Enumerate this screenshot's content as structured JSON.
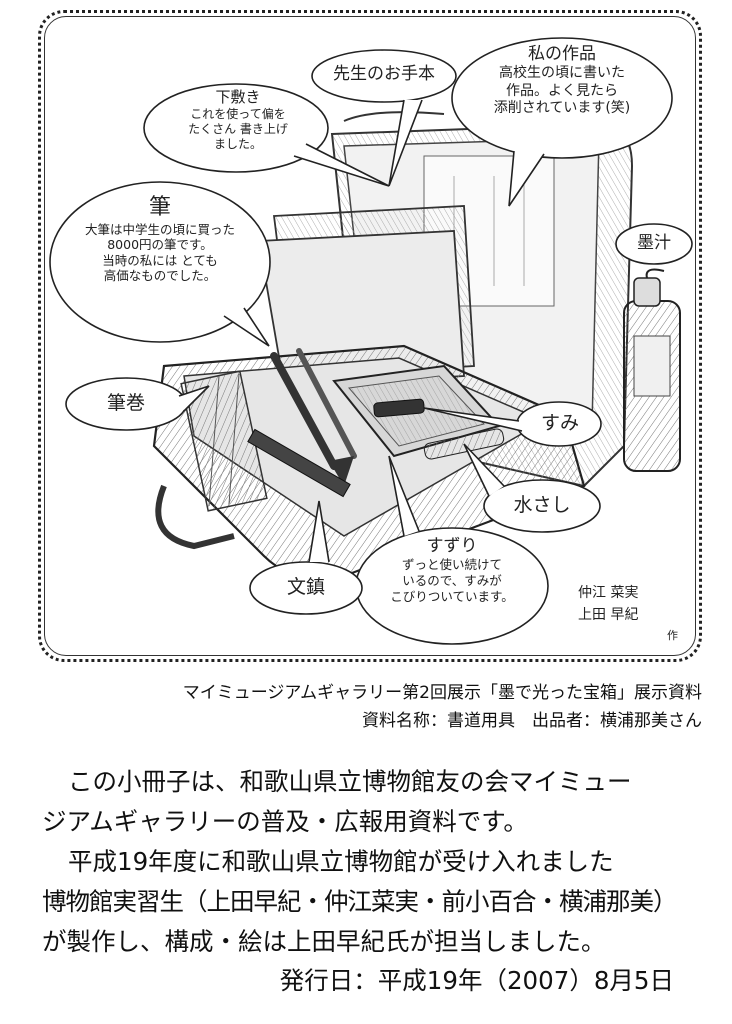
{
  "illustration": {
    "labels": {
      "sensei": "先生のお手本",
      "shitajiki_title": "下敷き",
      "shitajiki_lines": [
        "これを使って偏を",
        "たくさん 書き上げ",
        "ました。"
      ],
      "watashi_title": "私の作品",
      "watashi_lines": [
        "高校生の頃に書いた",
        "作品。よく見たら",
        "添削されています(笑)"
      ],
      "fude_title": "筆",
      "fude_lines": [
        "大筆は中学生の頃に買った",
        "8000円の筆です。",
        "当時の私には とても",
        "高価なものでした。"
      ],
      "bokuju": "墨汁",
      "fudemaki": "筆巻",
      "sumi": "すみ",
      "mizusashi": "水さし",
      "suzuri_title": "すずり",
      "suzuri_lines": [
        "ずっと使い続けて",
        "いるので、すみが",
        "こびりついています。"
      ],
      "bunchin": "文鎮",
      "artist_line1": "仲江 菜実",
      "artist_line2": "上田 早紀",
      "artist_suffix": "作"
    }
  },
  "caption": {
    "line1": "マイミュージアムギャラリー第2回展示「墨で光った宝箱」展示資料",
    "line2": "資料名称：書道用具　出品者：横浦那美さん"
  },
  "body": {
    "p1_line1": "この小冊子は、和歌山県立博物館友の会マイミュー",
    "p1_line2": "ジアムギャラリーの普及・広報用資料です。",
    "p2_line1": "平成19年度に和歌山県立博物館が受け入れました",
    "p2_line2": "博物館実習生（上田早紀・仲江菜実・前小百合・横浦那美）",
    "p2_line3": "が製作し、構成・絵は上田早紀氏が担当しました。",
    "date": "発行日：平成19年（2007）8月5日"
  }
}
